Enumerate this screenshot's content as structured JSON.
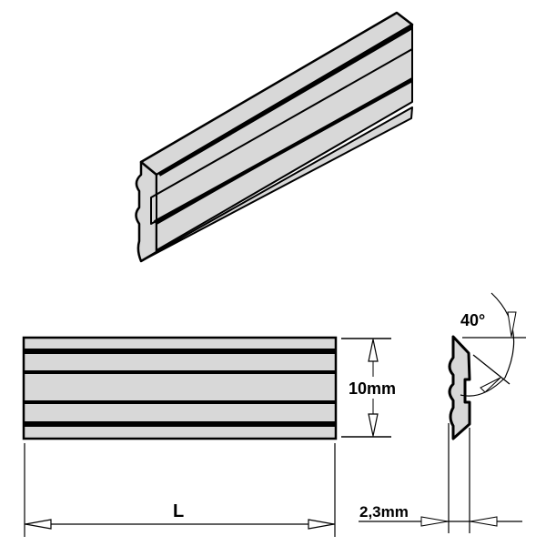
{
  "diagram": {
    "subject": "planer knife blade",
    "colors": {
      "fill": "#d8d8d8",
      "stroke": "#000000",
      "background": "#ffffff"
    },
    "dimensions": {
      "length": {
        "label": "L"
      },
      "height": {
        "label": "10mm"
      },
      "thickness": {
        "label": "2,3mm"
      },
      "angle": {
        "label": "40°"
      }
    }
  }
}
